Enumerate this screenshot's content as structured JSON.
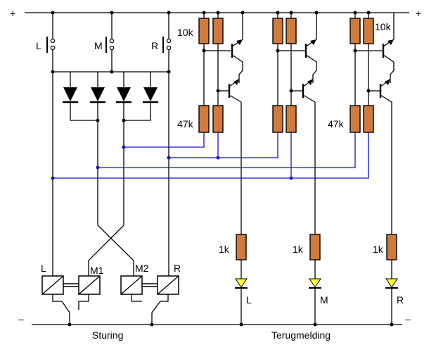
{
  "rails": {
    "plus": "+",
    "minus": "–"
  },
  "switches": {
    "l": "L",
    "m": "M",
    "r": "R"
  },
  "coils": {
    "l": "L",
    "m1": "M1",
    "m2": "M2",
    "r": "R"
  },
  "resistors": {
    "r10k": "10k",
    "r47k": "47k",
    "r1k": "1k"
  },
  "leds": {
    "l": "L",
    "m": "M",
    "r": "R"
  },
  "sections": {
    "sturing": "Sturing",
    "terugmelding": "Terugmelding"
  },
  "colors": {
    "wire": "#000000",
    "interconnect": "#1010d0",
    "resistor": "#d07a3c",
    "led": "#ffff33",
    "background": "#ffffff"
  }
}
